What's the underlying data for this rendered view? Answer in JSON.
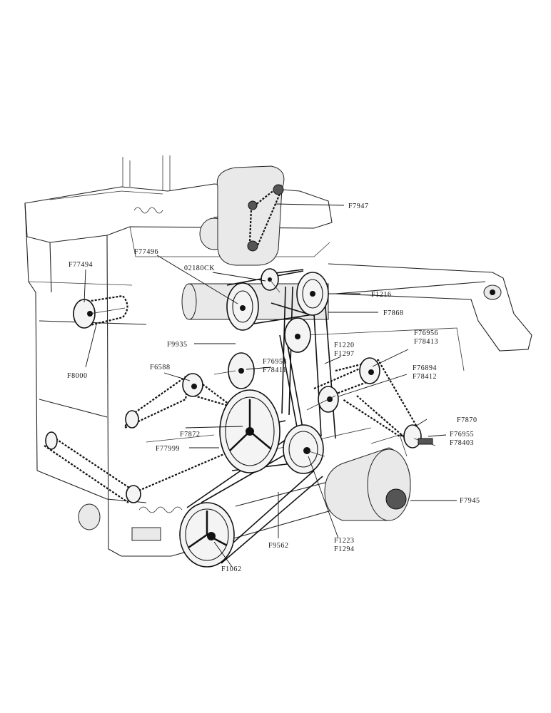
{
  "labels": {
    "f7947": "F7947",
    "f77494": "F77494",
    "f77496": "F77496",
    "c02180ck": "02180CK",
    "f1216": "F1216",
    "f7868": "F7868",
    "f9935": "F9935",
    "f8000": "F8000",
    "f1220": "F1220",
    "f1297": "F1297",
    "f76956": "F76956",
    "f78413": "F78413",
    "f76953": "F76953",
    "f78411": "F78411",
    "f6588": "F6588",
    "f76894": "F76894",
    "f78412": "F78412",
    "f7870": "F7870",
    "f7872": "F7872",
    "f76955": "F76955",
    "f78403": "F78403",
    "f77999": "F77999",
    "f7945": "F7945",
    "f9562": "F9562",
    "f1223": "F1223",
    "f1294": "F1294",
    "f1062": "F1062"
  }
}
